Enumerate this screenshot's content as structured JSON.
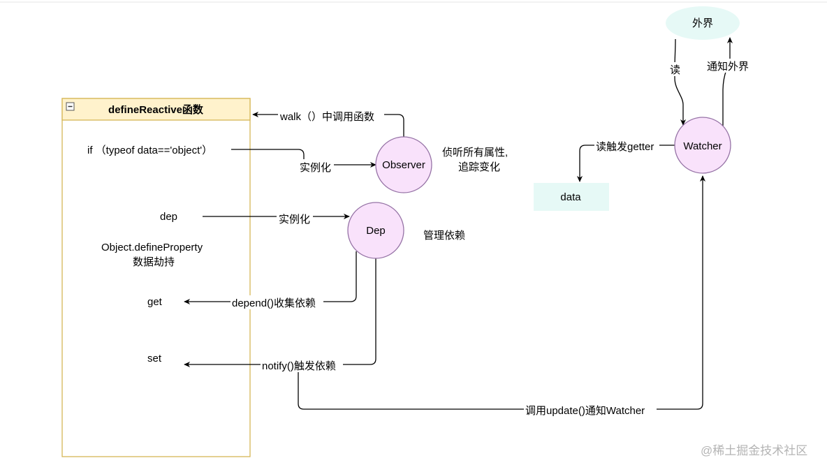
{
  "swimlane": {
    "title": "defineReactive函数",
    "collapse_symbol": "−",
    "rows": {
      "if_typeof": "if （typeof data=='object'）",
      "dep": "dep",
      "define_property_line1": "Object.defineProperty",
      "define_property_line2": "数据劫持",
      "get": "get",
      "set": "set"
    }
  },
  "nodes": {
    "observer": "Observer",
    "dep": "Dep",
    "watcher": "Watcher",
    "outside": "外界",
    "data": "data"
  },
  "notes": {
    "observer_line1": "侦听所有属性,",
    "observer_line2": "追踪变化",
    "dep": "管理依赖"
  },
  "edges": {
    "walk": "walk（）中调用函数",
    "instantiate_observer": "实例化",
    "instantiate_dep": "实例化",
    "depend": "depend()收集依赖",
    "notify": "notify()触发依赖",
    "update": "调用update()通知Watcher",
    "read_getter": "读触发getter",
    "read": "读",
    "notify_outside": "通知外界"
  },
  "watermark": "@稀土掘金技术社区",
  "colors": {
    "swimlane_header": "#fff2cc",
    "swimlane_border": "#d6b656",
    "circle_fill": "#f9e2fb",
    "circle_stroke": "#9673a6",
    "cyan_fill": "#e6f9f6",
    "edge": "#000000"
  }
}
